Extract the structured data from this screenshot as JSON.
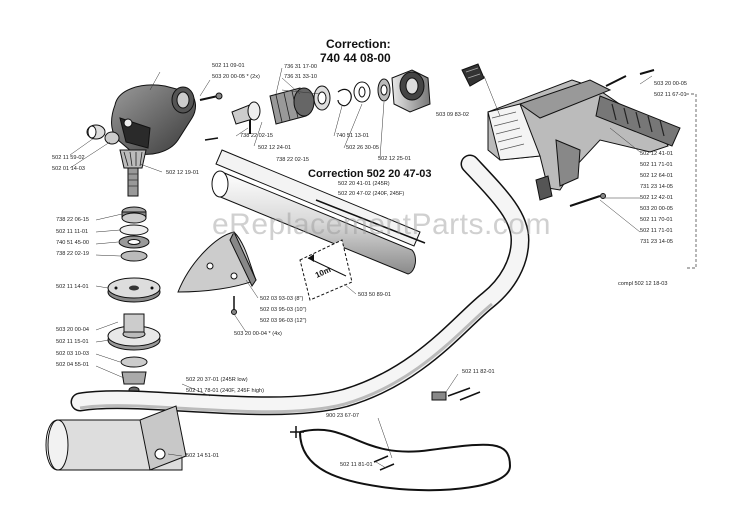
{
  "corrections": {
    "c1_title": "Correction:",
    "c1_number": "740 44 08-00",
    "c2_text": "Correction 502 20 47-03"
  },
  "watermark": "eReplacementParts.com",
  "tube_marking": "10m",
  "labels": {
    "l_502110901": "502 11 09-01",
    "l_503200005_2x": "503 20 00-05 * (2x)",
    "l_502115902": "502 11 59-02",
    "l_502011403": "502 01 14-03",
    "l_502121901": "502 12 19-01",
    "l_736311700": "736 31 17-00",
    "l_736313310": "736 31 33-10",
    "l_738220215a": "738 22 02-15",
    "l_502122401": "502 12 24-01",
    "l_738220215b": "738 22 02-15",
    "l_740511301": "740 51 13-01",
    "l_502263005": "502 26 30-05",
    "l_502122501": "502 12 25-01",
    "l_738220615": "738 22 06-15",
    "l_502111101": "502 11 11-01",
    "l_740514500": "740 51 45-00",
    "l_738220219": "738 22 02-19",
    "l_502111401": "502 11 14-01",
    "l_503200004": "503 20 00-04",
    "l_502111501": "502 11 15-01",
    "l_502031003": "502 03 10-03",
    "l_502045501": "502 04 55-01",
    "l_502204101": "502 20 41-01 (245R)",
    "l_502204702": "502 20 47-02 (240F, 245F)",
    "l_502039303": "502 03 93-03 (8\")",
    "l_502039503": "502 03 95-03 (10\")",
    "l_502039603": "502 03 96-03 (12\")",
    "l_503200004_4x": "503 20 00-04 * (4x)",
    "l_503508901": "503 50 89-01",
    "l_503098302": "503 09 83-02",
    "l_503200005": "503 20 00-05",
    "l_502116701": "502 11 67-01",
    "l_502124101": "502 12 41-01",
    "l_502117101a": "502 11 71-01",
    "l_502126401": "502 12 64-01",
    "l_731231405a": "731 23 14-05",
    "l_502124201": "502 12 42-01",
    "l_503200005b": "503 20 00-05",
    "l_502117001": "502 11 70-01",
    "l_502117101b": "502 11 71-01",
    "l_731231405b": "731 23 14-05",
    "l_compl": "compl 502 12 18-03",
    "l_502203701": "502 20 37-01 (245R low)",
    "l_502117801": "502 11 78-01 (240F, 245F high)",
    "l_502145101": "502 14 51-01",
    "l_502118201": "502 11 82-01",
    "l_900236707": "900 23 67-07",
    "l_502118101": "502 11 81-01"
  }
}
